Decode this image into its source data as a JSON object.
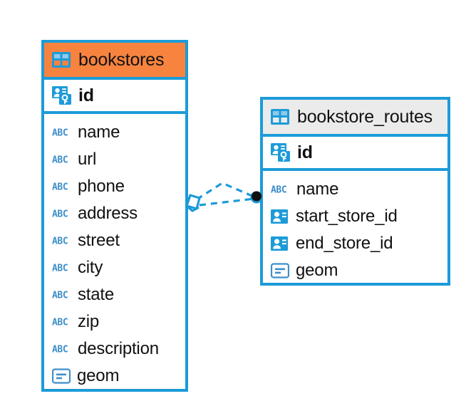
{
  "diagram": {
    "type": "entity-relationship-diagram",
    "background_color": "#ffffff",
    "accent_color": "#1c9bd8",
    "highlight_color": "#f7833f",
    "header_gray": "#ebebeb"
  },
  "entities": [
    {
      "name": "bookstores",
      "header_color": "#f7833f",
      "primary_key": {
        "label": "id",
        "icon": "primary-key-icon"
      },
      "fields": [
        {
          "label": "name",
          "icon": "abc-text-icon"
        },
        {
          "label": "url",
          "icon": "abc-text-icon"
        },
        {
          "label": "phone",
          "icon": "abc-text-icon"
        },
        {
          "label": "address",
          "icon": "abc-text-icon"
        },
        {
          "label": "street",
          "icon": "abc-text-icon"
        },
        {
          "label": "city",
          "icon": "abc-text-icon"
        },
        {
          "label": "state",
          "icon": "abc-text-icon"
        },
        {
          "label": "zip",
          "icon": "abc-text-icon"
        },
        {
          "label": "description",
          "icon": "abc-text-icon"
        },
        {
          "label": "geom",
          "icon": "geometry-icon"
        }
      ]
    },
    {
      "name": "bookstore_routes",
      "header_color": "#ebebeb",
      "primary_key": {
        "label": "id",
        "icon": "primary-key-icon"
      },
      "fields": [
        {
          "label": "name",
          "icon": "abc-text-icon"
        },
        {
          "label": "start_store_id",
          "icon": "foreign-key-icon"
        },
        {
          "label": "end_store_id",
          "icon": "foreign-key-icon"
        },
        {
          "label": "geom",
          "icon": "geometry-icon"
        }
      ]
    }
  ],
  "relationship": {
    "source_entity": "bookstores",
    "target_entity": "bookstore_routes",
    "source_marker": "diamond-marker",
    "target_marker": "filled-circle-marker",
    "line_style": "dashed",
    "line_color": "#1c9bd8",
    "target_marker_color": "#000000"
  }
}
